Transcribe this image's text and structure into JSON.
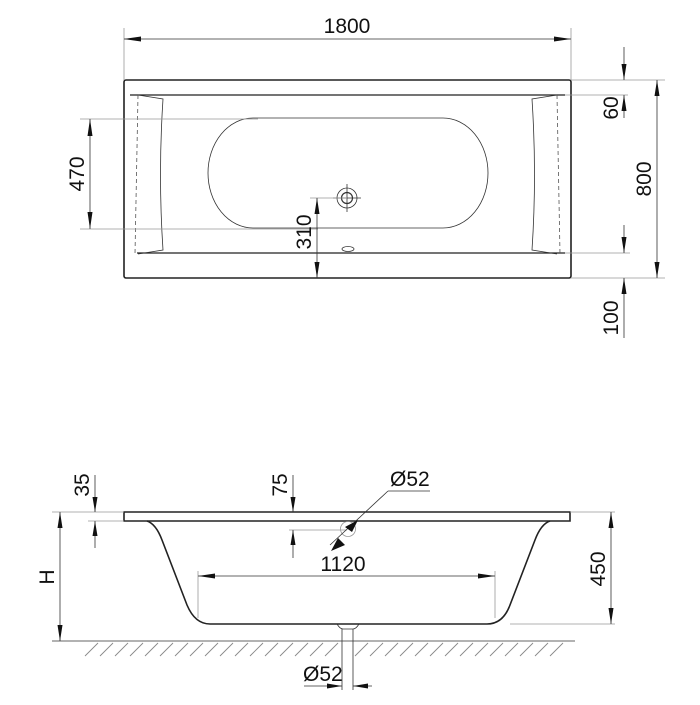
{
  "drawing": {
    "subject": "Rectangular bathtub technical drawing",
    "plan_view": {
      "dimensions": {
        "overall_length": "1800",
        "overall_width": "800",
        "top_rim": "60",
        "bottom_rim": "100",
        "inner_basin_width": "470",
        "drain_offset": "310"
      }
    },
    "side_view": {
      "dimensions": {
        "rim_thickness": "35",
        "overflow_height": "75",
        "overflow_diameter": "Ø52",
        "bottom_length": "1120",
        "depth": "450",
        "total_height_label": "H",
        "drain_diameter": "Ø52"
      }
    },
    "colors": {
      "line": "#222222",
      "extension_line": "#999999",
      "background": "#ffffff"
    }
  }
}
